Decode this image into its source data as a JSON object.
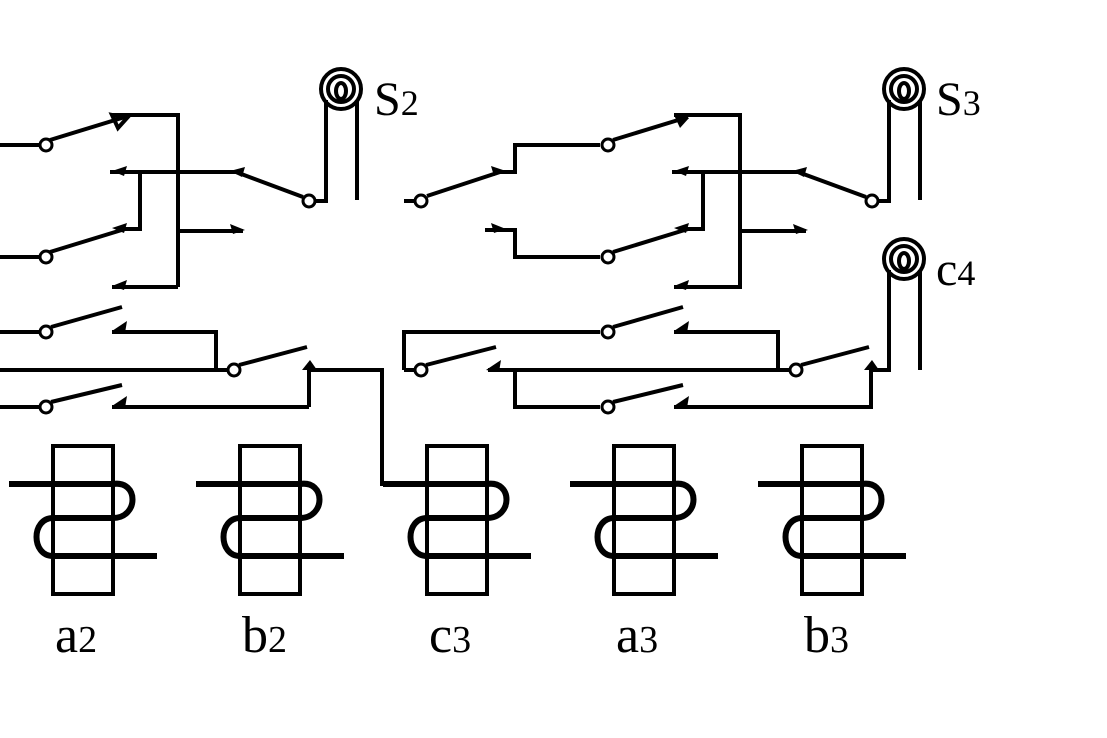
{
  "lamps": [
    {
      "id": "s2",
      "label": "S",
      "sub": "2"
    },
    {
      "id": "s3",
      "label": "S",
      "sub": "3"
    },
    {
      "id": "c4",
      "label": "c",
      "sub": "4"
    }
  ],
  "relays": [
    {
      "id": "a2",
      "label": "a",
      "sub": "2"
    },
    {
      "id": "b2",
      "label": "b",
      "sub": "2"
    },
    {
      "id": "c3",
      "label": "c",
      "sub": "3"
    },
    {
      "id": "a3",
      "label": "a",
      "sub": "3"
    },
    {
      "id": "b3",
      "label": "b",
      "sub": "3"
    }
  ]
}
